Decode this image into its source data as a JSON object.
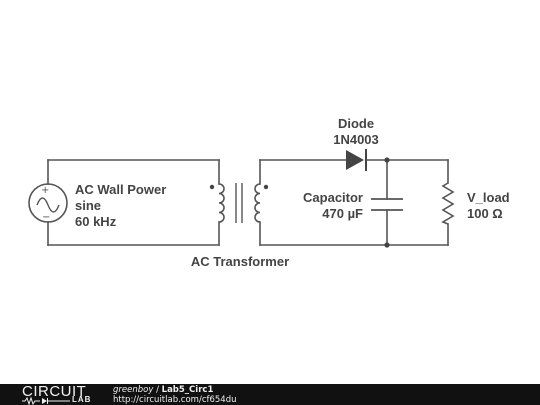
{
  "source": {
    "name": "AC Wall Power",
    "waveform": "sine",
    "frequency": "60 kHz"
  },
  "transformer": {
    "label": "AC Transformer"
  },
  "diode": {
    "title": "Diode",
    "part": "1N4003"
  },
  "capacitor": {
    "name": "Capacitor",
    "value": "470 µF"
  },
  "load": {
    "name": "V_load",
    "value": "100 Ω"
  },
  "footer": {
    "logo_top": "CIRCUIT",
    "logo_bottom": "LAB",
    "user": "greenboy",
    "separator": " / ",
    "circuit_name": "Lab5_Circ1",
    "url": "http://circuitlab.com/cf654du"
  },
  "colors": {
    "wire": "#555555",
    "text": "#444444",
    "footer_bg": "#111111"
  }
}
